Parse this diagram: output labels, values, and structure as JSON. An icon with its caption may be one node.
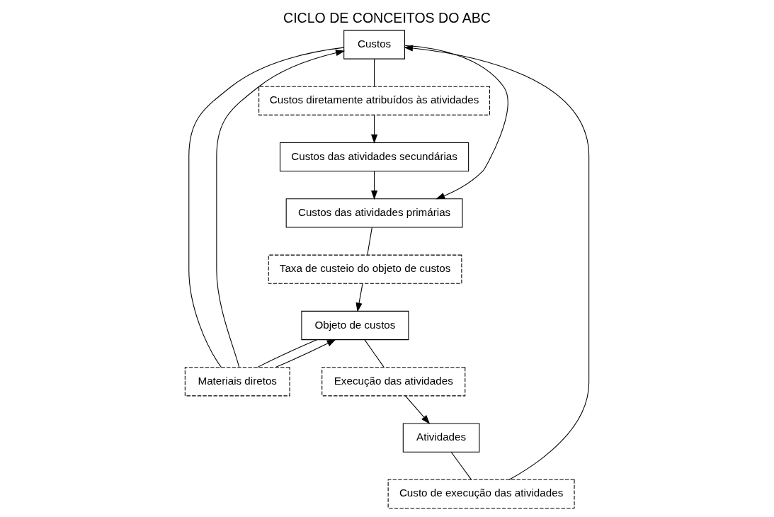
{
  "diagram": {
    "title": "CICLO DE CONCEITOS DO ABC",
    "nodes": [
      {
        "text": [
          "Custos"
        ]
      },
      {
        "text": [
          "Custo de execução das atividades"
        ]
      },
      {
        "text": [
          "Custos diretamente atribuídos às atividades"
        ]
      },
      {
        "text": [
          "Custos das atividades secundárias"
        ]
      },
      {
        "text": [
          "Atividades"
        ]
      },
      {
        "text": [
          "Materiais diretos"
        ]
      },
      {
        "text": [
          "Custos das atividades primárias"
        ]
      },
      {
        "text": [
          "Execução das atividades"
        ]
      },
      {
        "text": [
          "Taxa de custeio do objeto de custos"
        ]
      },
      {
        "text": [
          "Objeto de custos"
        ]
      }
    ],
    "edges": [
      {
        "from": 4,
        "to": 1,
        "arrow": "none"
      },
      {
        "from": 1,
        "to": 0,
        "arrow": "to"
      },
      {
        "from": 0,
        "to": 2,
        "arrow": "none"
      },
      {
        "from": 2,
        "to": 3,
        "arrow": "to"
      },
      {
        "from": 3,
        "to": 6,
        "arrow": "to"
      },
      {
        "from": 0,
        "to": 6,
        "arrow": "to"
      },
      {
        "from": 6,
        "to": 8,
        "arrow": "none"
      },
      {
        "from": 8,
        "to": 9,
        "arrow": "to"
      },
      {
        "from": 9,
        "to": 7,
        "arrow": "none"
      },
      {
        "from": 7,
        "to": 4,
        "arrow": "to"
      },
      {
        "from": 9,
        "to": 5,
        "arrow": "none"
      },
      {
        "from": 5,
        "to": 0,
        "arrow": "to"
      },
      {
        "from": 0,
        "to": 5,
        "arrow": "none"
      },
      {
        "from": 5,
        "to": 9,
        "arrow": "to"
      }
    ]
  }
}
